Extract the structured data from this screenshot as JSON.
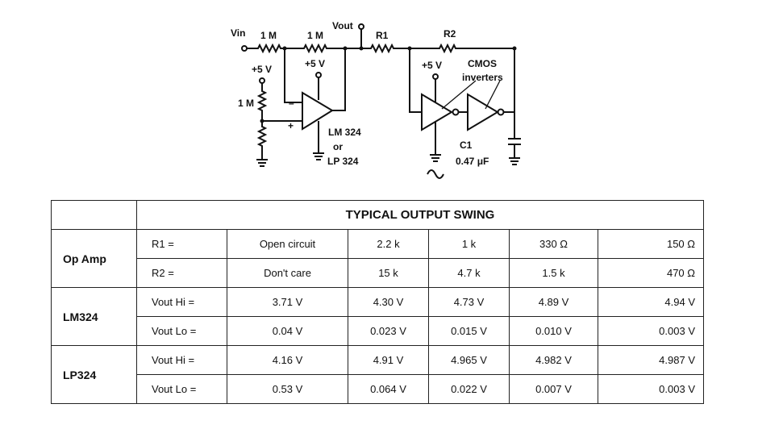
{
  "circuit": {
    "vin": "Vin",
    "r_in": "1 M",
    "r_fb": "1 M",
    "vout": "Vout",
    "r1": "R1",
    "r2": "R2",
    "supply_left": "+5 V",
    "supply_amp": "+5 V",
    "supply_inv": "+5 V",
    "r_div": "1 M",
    "opamp": [
      "LM 324",
      "or",
      "LP 324"
    ],
    "cmos": [
      "CMOS",
      "inverters"
    ],
    "cap": "C1",
    "cap_value": "0.47 μF",
    "osc": "~"
  },
  "table": {
    "title": "TYPICAL OUTPUT SWING",
    "rows": [
      {
        "group": "Op Amp",
        "label": "R1 =",
        "values": [
          "Open circuit",
          "2.2 k",
          "1 k",
          "330 Ω",
          "150 Ω"
        ]
      },
      {
        "group": "",
        "label": "R2 =",
        "values": [
          "Don't care",
          "15 k",
          "4.7 k",
          "1.5 k",
          "470 Ω"
        ]
      },
      {
        "group": "LM324",
        "label": "Vout Hi =",
        "values": [
          "3.71 V",
          "4.30 V",
          "4.73 V",
          "4.89 V",
          "4.94 V"
        ]
      },
      {
        "group": "",
        "label": "Vout Lo =",
        "values": [
          "0.04 V",
          "0.023 V",
          "0.015 V",
          "0.010 V",
          "0.003 V"
        ]
      },
      {
        "group": "LP324",
        "label": "Vout Hi =",
        "values": [
          "4.16 V",
          "4.91 V",
          "4.965 V",
          "4.982 V",
          "4.987 V"
        ]
      },
      {
        "group": "",
        "label": "Vout Lo =",
        "values": [
          "0.53 V",
          "0.064 V",
          "0.022 V",
          "0.007 V",
          "0.003 V"
        ]
      }
    ]
  }
}
